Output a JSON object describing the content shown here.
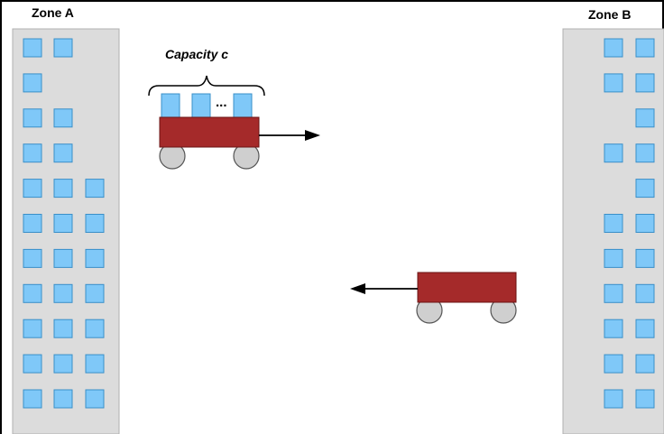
{
  "zones": {
    "a": {
      "label": "Zone A",
      "rows": [
        2,
        1,
        2,
        2,
        3,
        3,
        3,
        3,
        3,
        3,
        3
      ]
    },
    "b": {
      "label": "Zone B",
      "rows": [
        2,
        2,
        1,
        2,
        1,
        2,
        2,
        2,
        2,
        2,
        2
      ]
    }
  },
  "cart_top": {
    "capacity_label": "Capacity c",
    "ellipsis": "...",
    "direction": "right"
  },
  "cart_bottom": {
    "direction": "left"
  },
  "colors": {
    "building": "#dcdcdc",
    "building_border": "#b0b0b0",
    "item": "#7fc8f8",
    "item_border": "#3a8fc8",
    "cart_body": "#a52a2a",
    "cart_border": "#6b1414",
    "wheel": "#cfcfcf",
    "wheel_border": "#555555"
  }
}
